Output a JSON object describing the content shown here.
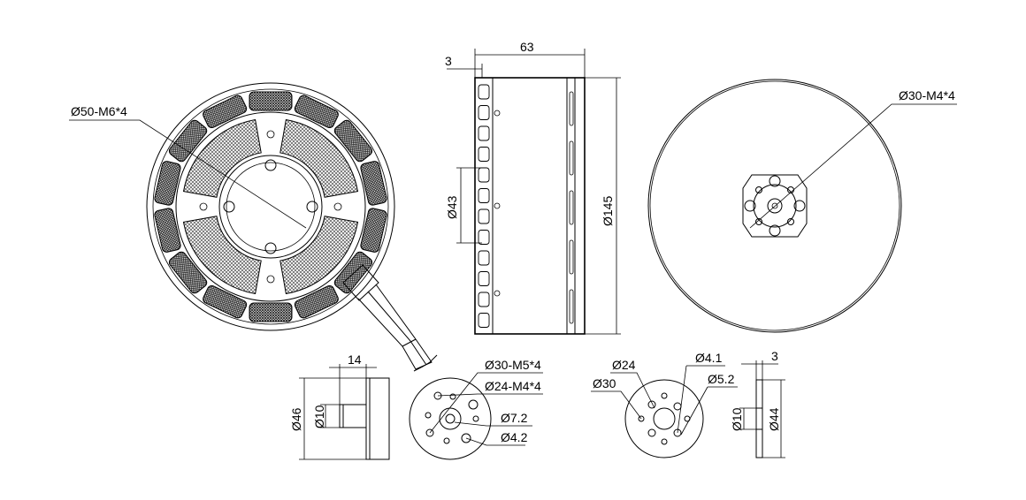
{
  "labels": {
    "stator_bolt_circle": "Ø50-M6*4",
    "side_width": "63",
    "side_flange": "3",
    "side_inner": "Ø43",
    "side_outer": "Ø145",
    "rotor_bolt_circle": "Ø30-M4*4",
    "shaft_length": "14",
    "shaft_flange_dia": "Ø46",
    "shaft_dia": "Ø10",
    "hub_bolt_a": "Ø30-M5*4",
    "hub_bolt_b": "Ø24-M4*4",
    "hub_hole_a": "Ø7.2",
    "hub_hole_b": "Ø4.2",
    "plate_pcd_a": "Ø24",
    "plate_pcd_b": "Ø30",
    "plate_hole_a": "Ø4.1",
    "plate_hole_b": "Ø5.2",
    "plate_thickness": "3",
    "plate_bore": "Ø10",
    "plate_outer": "Ø44"
  },
  "colors": {
    "line": "#000000",
    "hatch": "#555555",
    "background": "#ffffff"
  }
}
